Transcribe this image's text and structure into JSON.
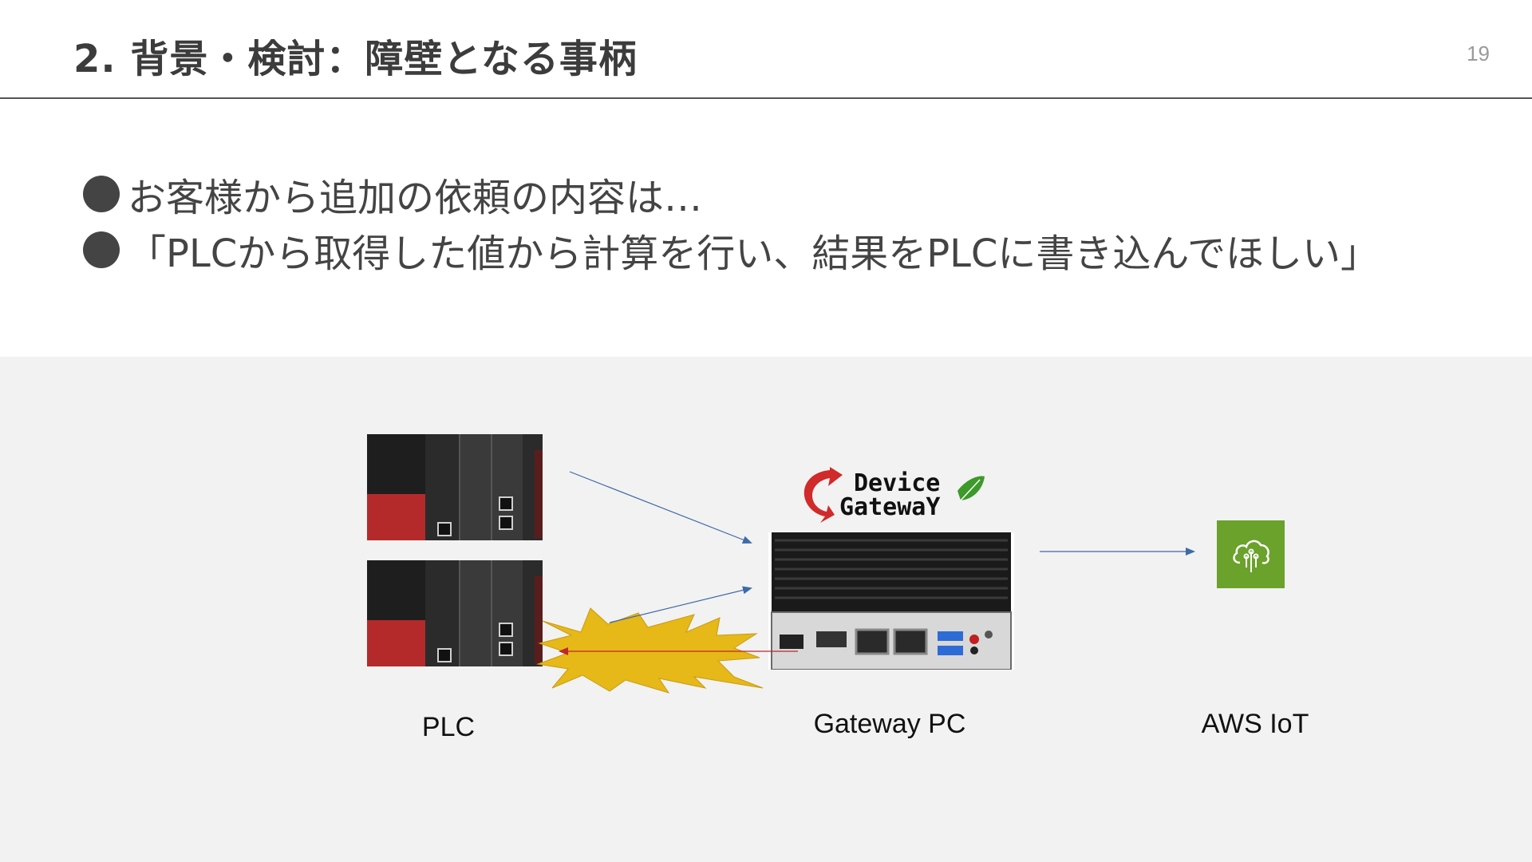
{
  "slide": {
    "title": "2. 背景・検討：障壁となる事柄",
    "page_number": "19"
  },
  "bullets": [
    {
      "text": "お客様から追加の依頼の内容は…"
    },
    {
      "text": "「PLCから取得した値から計算を行い、結果をPLCに書き込んでほしい」"
    }
  ],
  "diagram": {
    "plc_label": "PLC",
    "gateway_label": "Gateway PC",
    "aws_label": "AWS IoT",
    "logo_line1": "Device",
    "logo_line2": "GatewaY",
    "colors": {
      "arrow_blue": "#3e6aa8",
      "arrow_red": "#c0262c",
      "burst_yellow": "#e6b818",
      "aws_green": "#6aa22b",
      "plc_red": "#b42a2a",
      "logo_red": "#d02a2a",
      "logo_leaf": "#3c9a2a"
    },
    "icons": [
      "plc-device-image",
      "gateway-pc-image",
      "device-gateway-logo",
      "aws-iot-cloud-icon",
      "collision-burst-icon"
    ]
  }
}
